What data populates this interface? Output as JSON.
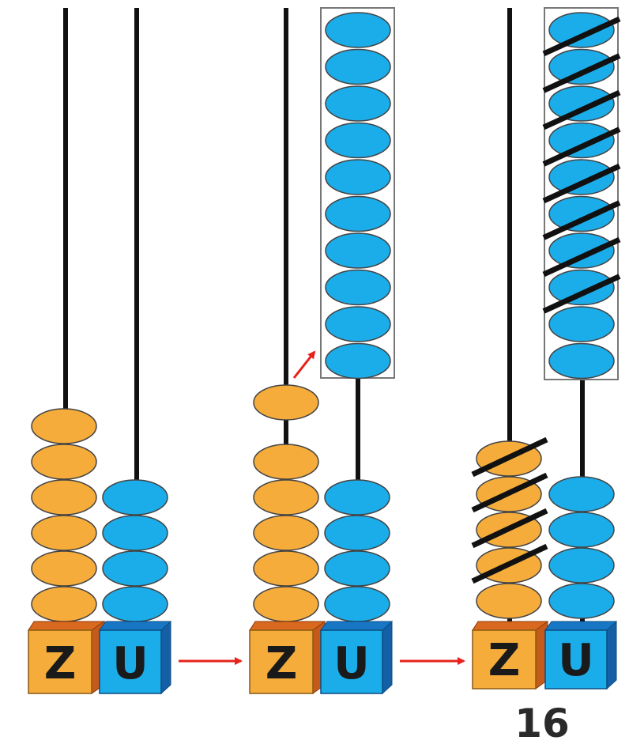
{
  "labels": {
    "tens": "Z",
    "units": "U",
    "result": "16"
  },
  "colors": {
    "tens_bead": "#f5ac3b",
    "units_bead": "#1badea",
    "bead_stroke": "#444444",
    "rod": "#111111",
    "arrow": "#e5231b",
    "cube_tens_front": "#f5ac3b",
    "cube_tens_top": "#d9691f",
    "cube_tens_side": "#c65a1a",
    "cube_units_front": "#1badea",
    "cube_units_top": "#1777c4",
    "cube_units_side": "#145fa6",
    "group_box": "#777777",
    "strike": "#111111"
  },
  "stages": [
    {
      "name": "start",
      "tens_beads": 6,
      "units_beads": 4,
      "grouped_units": 0,
      "lifted_tens": 0,
      "crossed_tens": 0,
      "crossed_units": 0
    },
    {
      "name": "exchange",
      "tens_beads": 5,
      "units_beads": 4,
      "grouped_units": 10,
      "lifted_tens": 1,
      "crossed_tens": 0,
      "crossed_units": 0
    },
    {
      "name": "subtract",
      "tens_beads": 5,
      "units_beads": 4,
      "grouped_units": 10,
      "lifted_tens": 0,
      "crossed_tens": 4,
      "crossed_units": 8
    }
  ]
}
